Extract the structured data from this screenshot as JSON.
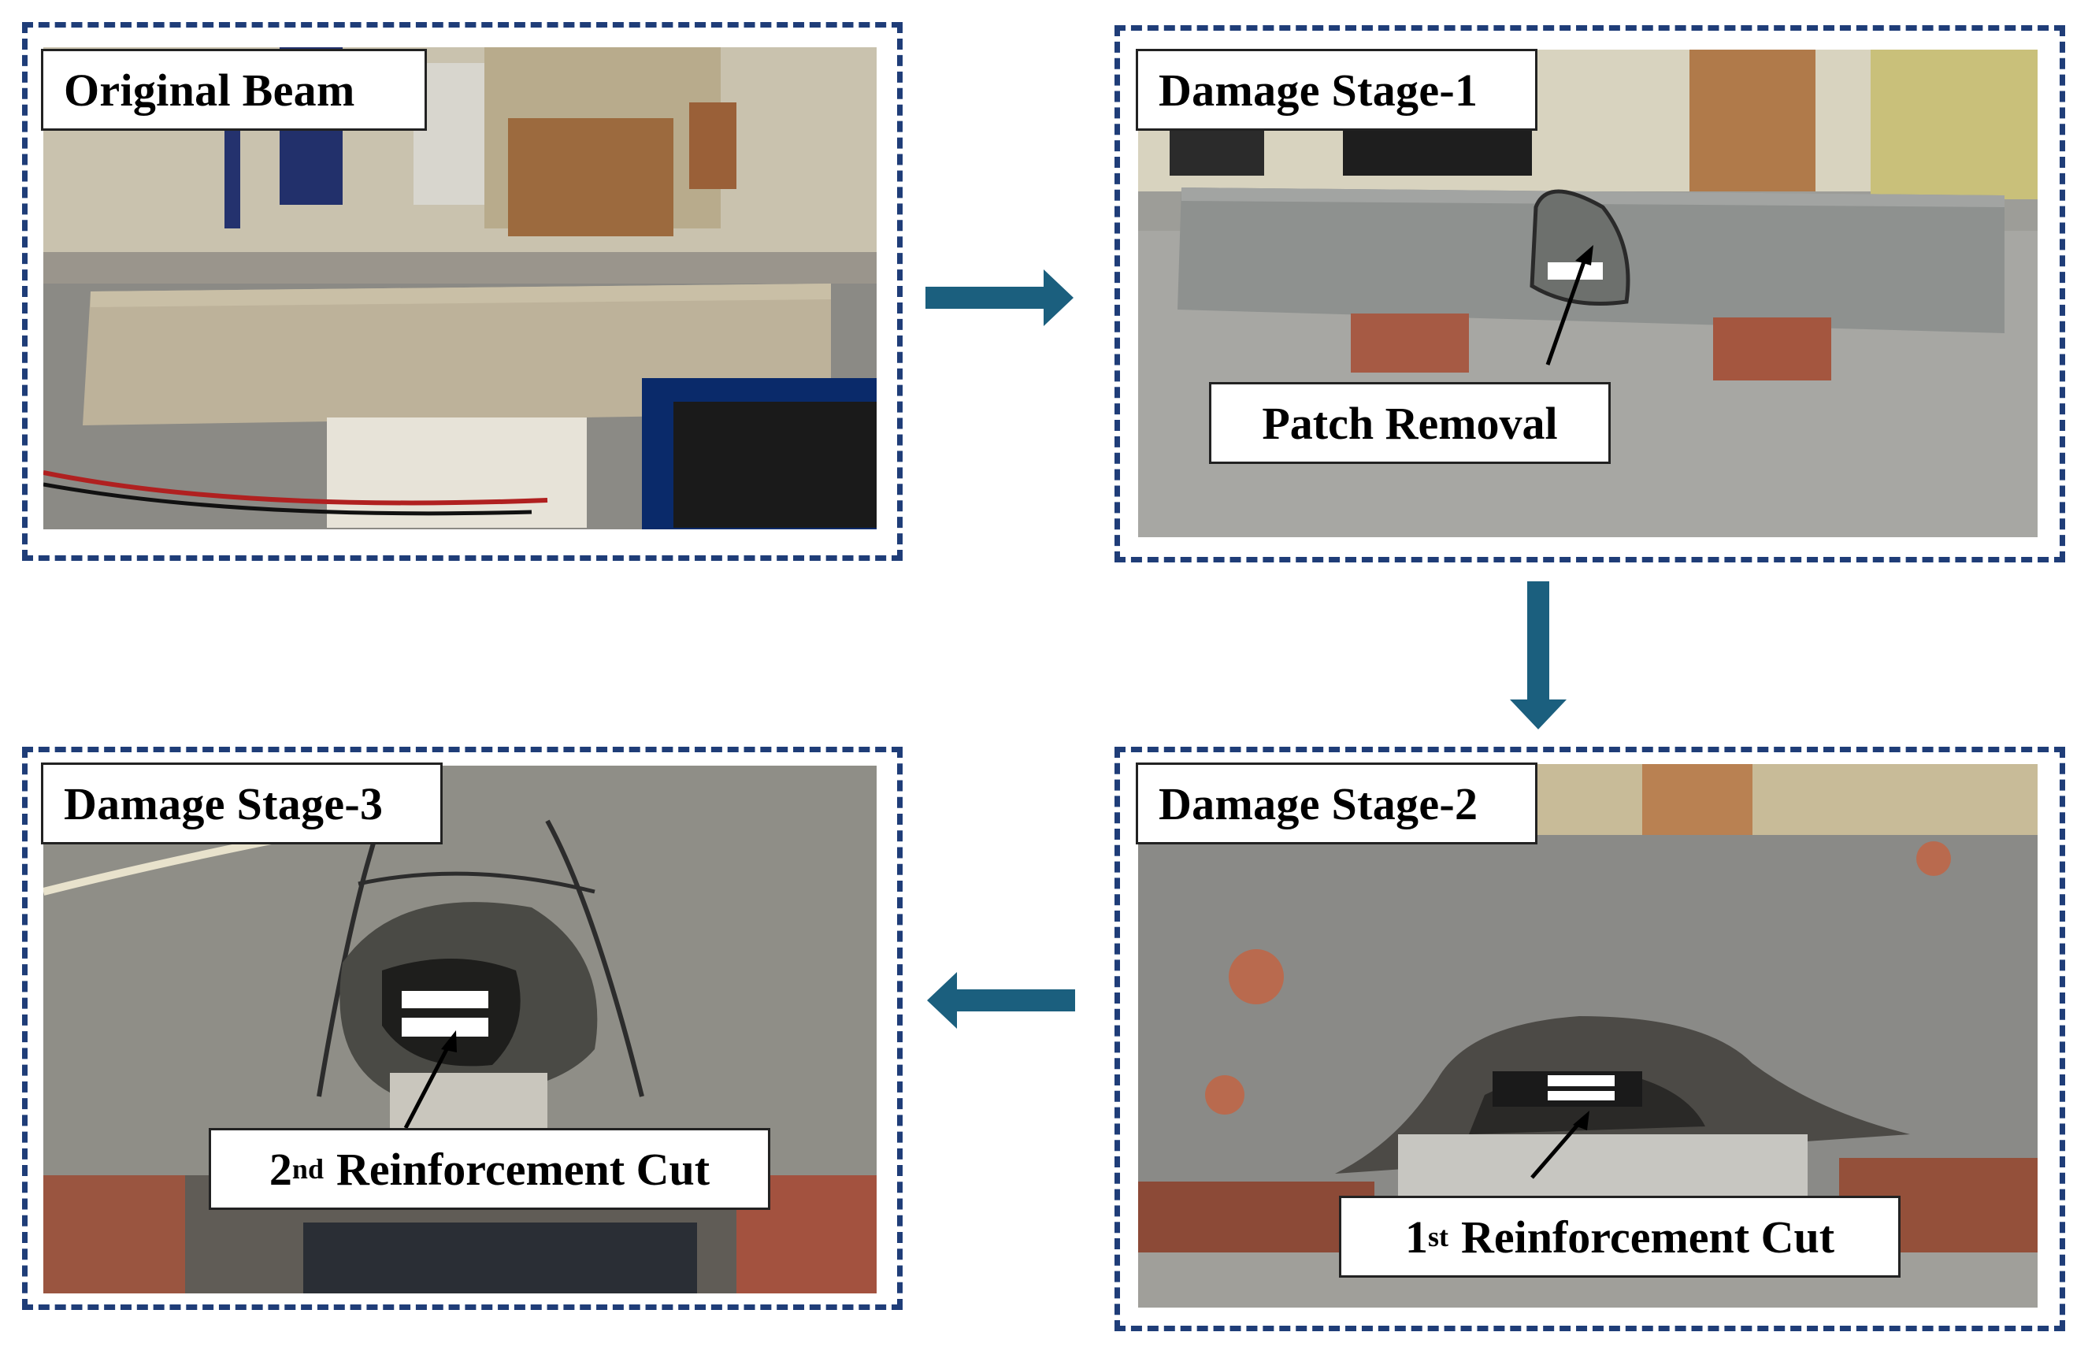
{
  "panels": {
    "original": {
      "title": "Original Beam"
    },
    "stage1": {
      "title": "Damage Stage-1",
      "callout": "Patch Removal"
    },
    "stage2": {
      "title": "Damage Stage-2",
      "callout_num": "1",
      "callout_sup": "st",
      "callout_text": "Reinforcement Cut"
    },
    "stage3": {
      "title": "Damage Stage-3",
      "callout_num": "2",
      "callout_sup": "nd",
      "callout_text": "Reinforcement Cut"
    }
  },
  "colors": {
    "border": "#1f3d78",
    "arrow": "#1b5f7e"
  }
}
